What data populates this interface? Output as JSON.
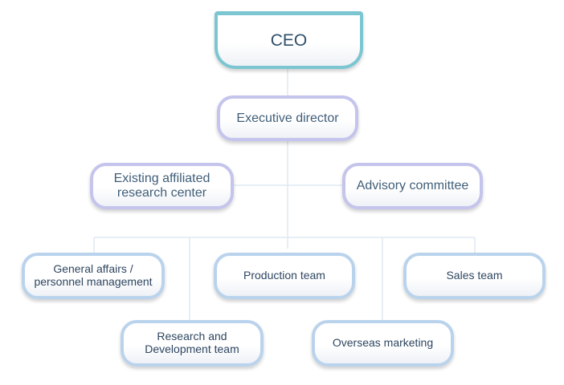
{
  "org_chart": {
    "ceo": "CEO",
    "executive_director": "Executive director",
    "affiliated_center": {
      "line1": "Existing affiliated",
      "line2": "research center"
    },
    "advisory_committee": "Advisory committee",
    "general_affairs": {
      "line1": "General affairs /",
      "line2": "personnel management"
    },
    "production_team": "Production team",
    "sales_team": "Sales team",
    "rnd_team": {
      "line1": "Research and",
      "line2": "Development team"
    },
    "overseas_marketing": "Overseas marketing"
  },
  "colors": {
    "ceo_border": "#7cc6d2",
    "mid_border": "#c4c4ec",
    "team_border": "#bad3ec",
    "connector": "#dfe9f3"
  }
}
